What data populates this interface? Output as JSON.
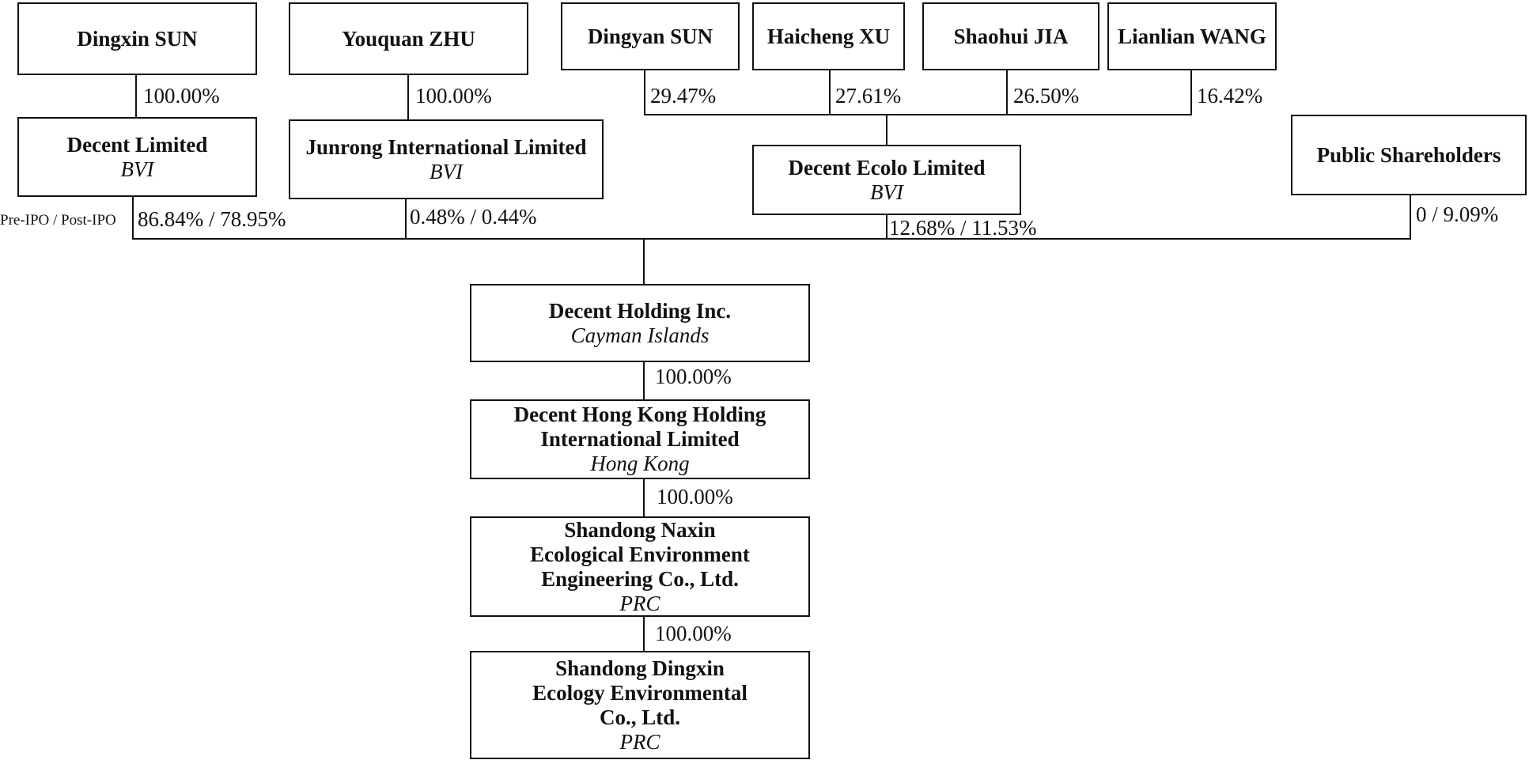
{
  "top": {
    "dingxin_sun": "Dingxin SUN",
    "youquan_zhu": "Youquan ZHU",
    "dingyan_sun": "Dingyan SUN",
    "haicheng_xu": "Haicheng XU",
    "shaohui_jia": "Shaohui JIA",
    "lianlian_wang": "Lianlian WANG"
  },
  "holding": {
    "decent_limited": {
      "name": "Decent Limited",
      "jurisdiction": "BVI"
    },
    "junrong": {
      "name": "Junrong International Limited",
      "jurisdiction": "BVI"
    },
    "decent_ecolo": {
      "name": "Decent Ecolo Limited",
      "jurisdiction": "BVI"
    },
    "public": {
      "name": "Public Shareholders"
    }
  },
  "ownership": {
    "dingxin_to_decent": "100.00%",
    "youquan_to_junrong": "100.00%",
    "dingyan_to_ecolo": "29.47%",
    "haicheng_to_ecolo": "27.61%",
    "shaohui_to_ecolo": "26.50%",
    "lianlian_to_ecolo": "16.42%",
    "pre_post_label": "Pre-IPO / Post-IPO",
    "decent_to_holding": "86.84% / 78.95%",
    "junrong_to_holding": "0.48% / 0.44%",
    "ecolo_to_holding": "12.68% / 11.53%",
    "public_to_holding": "0 / 9.09%",
    "holding_to_hk": "100.00%",
    "hk_to_naxin": "100.00%",
    "naxin_to_dingxin": "100.00%"
  },
  "chain": {
    "decent_holding": {
      "name": "Decent Holding Inc.",
      "jurisdiction": "Cayman Islands"
    },
    "decent_hk": {
      "name": "Decent Hong Kong Holding\nInternational Limited",
      "jurisdiction": "Hong Kong"
    },
    "shandong_naxin": {
      "name": "Shandong Naxin\nEcological Environment\nEngineering Co., Ltd.",
      "jurisdiction": "PRC"
    },
    "shandong_dingxin": {
      "name": "Shandong Dingxin\nEcology Environmental\nCo., Ltd.",
      "jurisdiction": "PRC"
    }
  }
}
